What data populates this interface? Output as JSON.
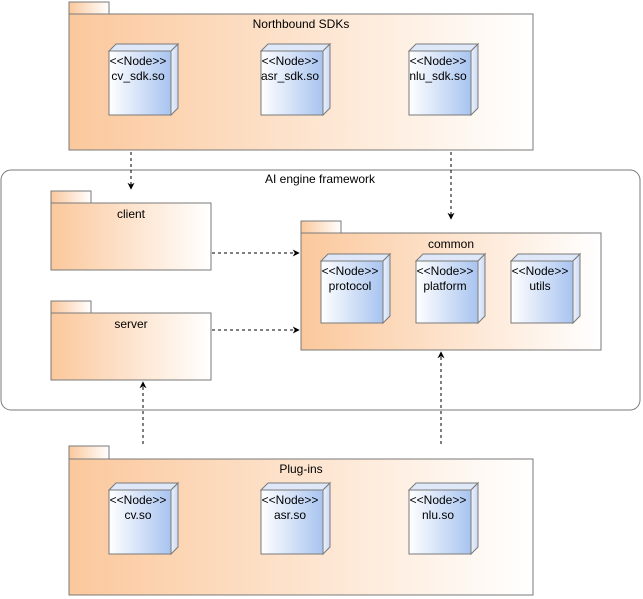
{
  "colors": {
    "package_gradient_start": "#fbc89c",
    "package_gradient_end": "#ffffff",
    "node_gradient_start": "#ffffff",
    "node_gradient_end": "#a8c4f0",
    "border": "#7a7a7a",
    "arrow": "#000000"
  },
  "stereotype": "<<Node>>",
  "packages": {
    "northbound": {
      "title": "Northbound SDKs",
      "nodes": [
        "cv_sdk.so",
        "asr_sdk.so",
        "nlu_sdk.so"
      ]
    },
    "framework": {
      "title": "AI engine framework"
    },
    "client": {
      "title": "client"
    },
    "server": {
      "title": "server"
    },
    "common": {
      "title": "common",
      "nodes": [
        "protocol",
        "platform",
        "utils"
      ]
    },
    "plugins": {
      "title": "Plug-ins",
      "nodes": [
        "cv.so",
        "asr.so",
        "nlu.so"
      ]
    }
  }
}
